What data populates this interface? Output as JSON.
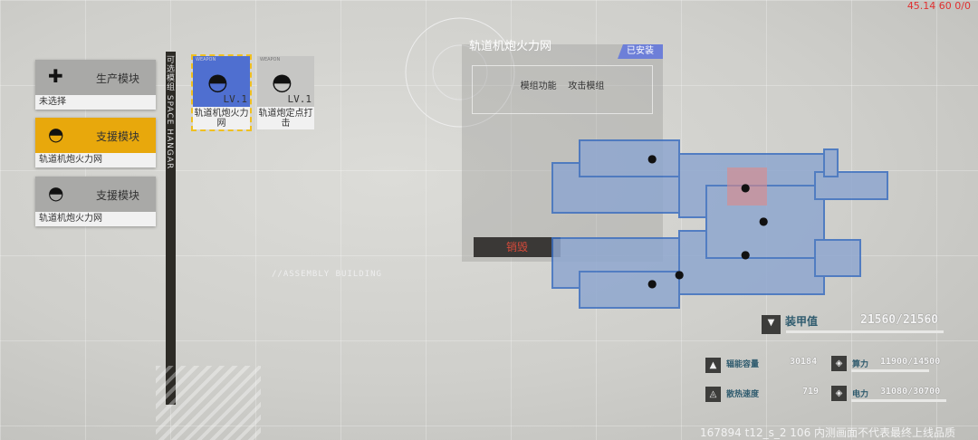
{
  "debug": "45.14 60 0/0",
  "modules": [
    {
      "type": "生产模块",
      "name": "未选择",
      "icon": "plus-icon"
    },
    {
      "type": "支援模块",
      "name": "轨道机炮火力网",
      "icon": "dome-icon"
    },
    {
      "type": "支援模块",
      "name": "轨道机炮火力网",
      "icon": "dome-icon"
    }
  ],
  "sidebar_label": "可选模组 SPACE HANGAR",
  "cards": [
    {
      "name": "轨道机炮火力网",
      "level": "LV.1",
      "tag": "WEAPON"
    },
    {
      "name": "轨道炮定点打击",
      "level": "LV.1",
      "tag": "WEAPON"
    }
  ],
  "detail": {
    "title": "轨道机炮火力网",
    "badge": "已安装",
    "function_label": "模组功能",
    "function_value": "攻击模组",
    "destroy": "销毁"
  },
  "assembly": "//ASSEMBLY BUILDING",
  "stats": {
    "armor": {
      "label": "装甲值",
      "value": "21560/21560",
      "fill": 1.0
    },
    "flux": {
      "label": "辐能容量",
      "value": "30184"
    },
    "heat": {
      "label": "散热速度",
      "value": "719"
    },
    "compute": {
      "label": "算力",
      "value": "11900/14500",
      "fill": 0.82
    },
    "power": {
      "label": "电力",
      "value": "31080/30700",
      "fill": 1.0
    }
  },
  "footer": "167894 t12_s_2 106 内测画面不代表最终上线品质"
}
